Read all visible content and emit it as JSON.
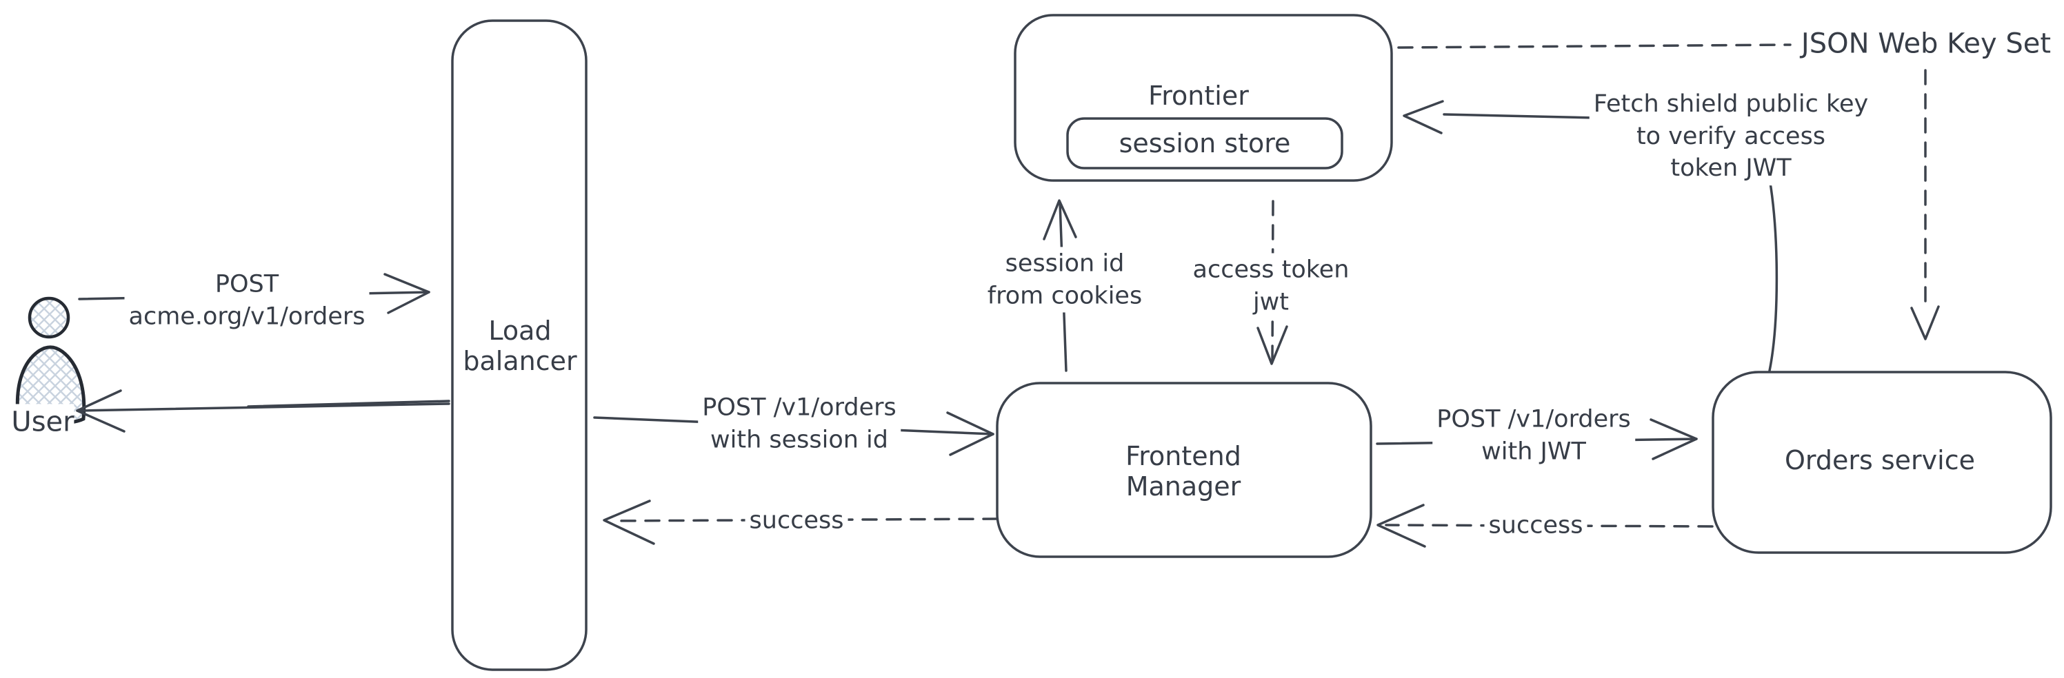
{
  "diagram": {
    "title_hint": "Session-to-JWT auth flow diagram",
    "colors": {
      "stroke": "#3d434d",
      "text": "#373d47",
      "hatch_fill": "#c9d3df",
      "background": "#ffffff"
    },
    "nodes": {
      "user": {
        "label": "User"
      },
      "load_balancer": {
        "line1": "Load",
        "line2": "balancer"
      },
      "frontier": {
        "label": "Frontier"
      },
      "session_store": {
        "label": "session store"
      },
      "frontend_manager": {
        "line1": "Frontend",
        "line2": "Manager"
      },
      "orders_service": {
        "label": "Orders service"
      }
    },
    "edges": {
      "user_to_lb": {
        "line1": "POST",
        "line2": "acme.org/v1/orders",
        "style": "solid"
      },
      "lb_to_user": {
        "style": "solid"
      },
      "lb_to_fm": {
        "line1": "POST /v1/orders",
        "line2": "with session id",
        "style": "solid"
      },
      "fm_to_lb": {
        "label": "success",
        "style": "dashed"
      },
      "fm_to_frontier": {
        "line1": "session id",
        "line2": "from cookies",
        "style": "solid"
      },
      "frontier_to_fm": {
        "line1": "access token",
        "line2": "jwt",
        "style": "dashed"
      },
      "fm_to_orders": {
        "line1": "POST /v1/orders",
        "line2": "with JWT",
        "style": "solid"
      },
      "orders_to_fm": {
        "label": "success",
        "style": "dashed"
      },
      "frontier_to_jwks": {
        "label": "JSON Web Key Set",
        "style": "dashed"
      },
      "orders_to_frontier": {
        "line1": "Fetch shield public key",
        "line2": "to verify access",
        "line3": "token JWT",
        "style": "solid"
      }
    }
  }
}
